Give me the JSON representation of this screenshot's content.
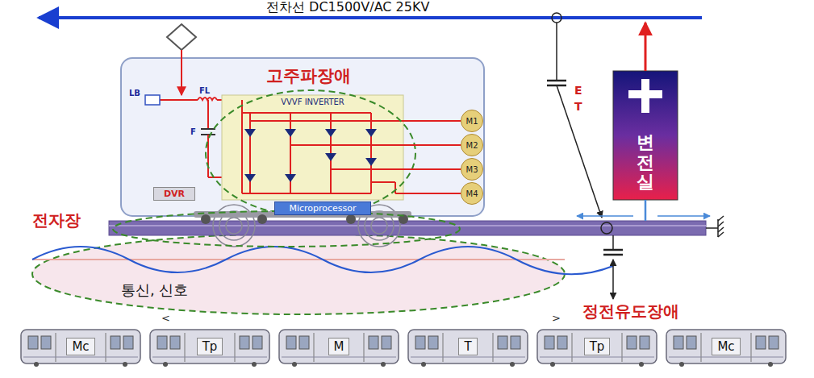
{
  "diagram": {
    "nodes": [
      {
        "text": [
          "VVVF INVERTER"
        ]
      },
      {
        "text": [
          "DVR"
        ]
      },
      {
        "text": [
          "Microprocessor"
        ]
      },
      {
        "text": [
          "M1"
        ]
      },
      {
        "text": [
          "M2"
        ]
      },
      {
        "text": [
          "M3"
        ]
      },
      {
        "text": [
          "M4"
        ]
      },
      {
        "text": [
          "변전실"
        ]
      },
      {
        "text": [
          "Mc"
        ]
      },
      {
        "text": [
          "Tp"
        ]
      },
      {
        "text": [
          "M"
        ]
      },
      {
        "text": [
          "T"
        ]
      },
      {
        "text": [
          "Tp"
        ]
      },
      {
        "text": [
          "Mc"
        ]
      }
    ],
    "edges": [
      {
        "from": 0,
        "to": 3,
        "arrow": "none"
      },
      {
        "from": 0,
        "to": 4,
        "arrow": "none"
      },
      {
        "from": 0,
        "to": 5,
        "arrow": "none"
      },
      {
        "from": 0,
        "to": 6,
        "arrow": "none"
      }
    ],
    "labels": [
      "전차선 DC1500V/AC 25KV",
      "고주파장애",
      "LB",
      "FL",
      "F",
      "전자장",
      "E",
      "T",
      "통신, 신호",
      "정전유도장애",
      "<",
      ">"
    ]
  }
}
